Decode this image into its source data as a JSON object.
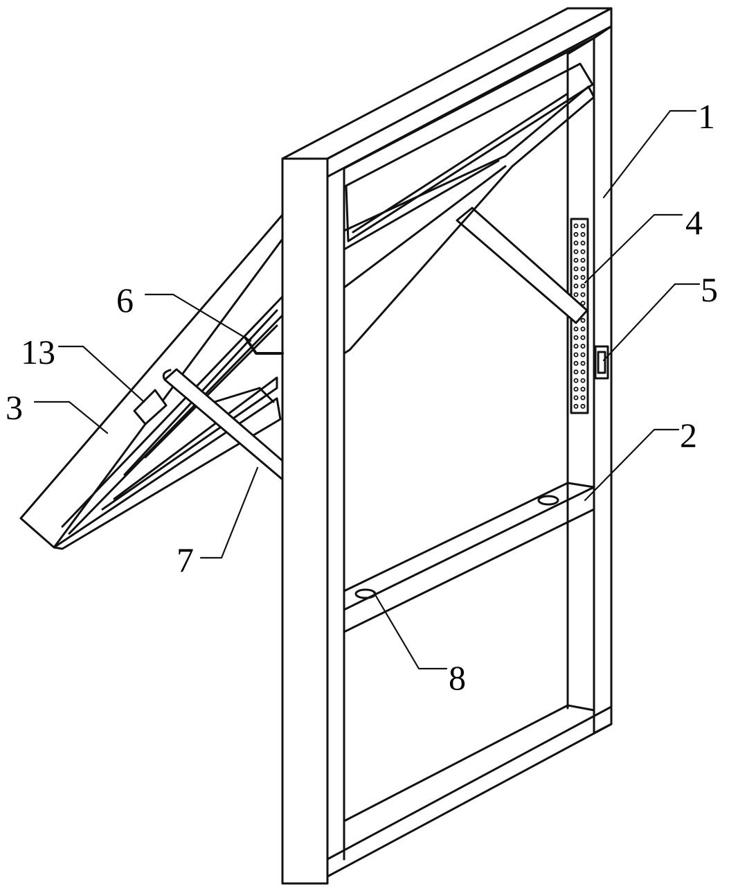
{
  "colors": {
    "line": "#111111",
    "background": "#ffffff"
  },
  "labels": [
    {
      "id": "label-1",
      "text": "1",
      "part": "window-frame"
    },
    {
      "id": "label-2",
      "text": "2",
      "part": "cross-rail"
    },
    {
      "id": "label-3",
      "text": "3",
      "part": "open-sash"
    },
    {
      "id": "label-4",
      "text": "4",
      "part": "perforated-plate"
    },
    {
      "id": "label-5",
      "text": "5",
      "part": "latch"
    },
    {
      "id": "label-6",
      "text": "6",
      "part": "hinge"
    },
    {
      "id": "label-7",
      "text": "7",
      "part": "support-rod"
    },
    {
      "id": "label-8",
      "text": "8",
      "part": "fastener-hole"
    },
    {
      "id": "label-13",
      "text": "13",
      "part": "sensor-box"
    }
  ]
}
